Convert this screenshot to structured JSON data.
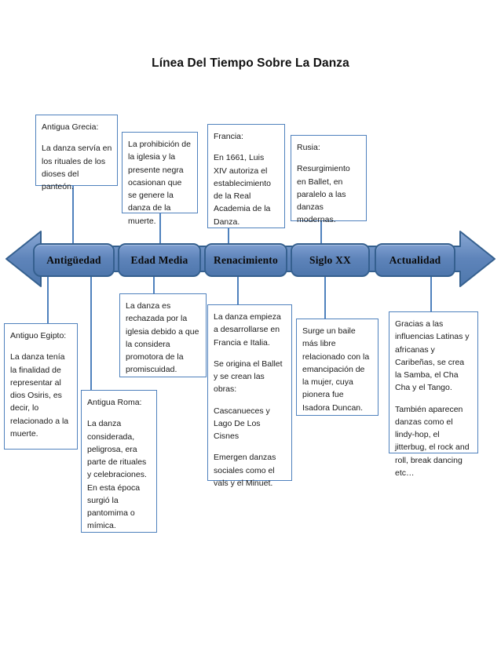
{
  "title": "Línea Del Tiempo Sobre La Danza",
  "colors": {
    "box_border": "#4f81bd",
    "connector": "#4f81bd",
    "timeline_fill_top": "#8aa8d4",
    "timeline_fill_bottom": "#4e77ac",
    "timeline_stroke": "#35608f",
    "text": "#1a1a1a"
  },
  "timeline": {
    "eras": [
      {
        "label": "Antigüedad"
      },
      {
        "label": "Edad Media"
      },
      {
        "label": "Renacimiento"
      },
      {
        "label": "Siglo XX"
      },
      {
        "label": "Actualidad"
      }
    ]
  },
  "boxes": {
    "grecia": {
      "paragraphs": [
        "Antigua Grecia:",
        "La danza servía en los rituales de los dioses del panteón."
      ]
    },
    "prohibicion": {
      "paragraphs": [
        "La prohibición de la iglesia y la presente negra ocasionan que se genere la danza de la muerte."
      ]
    },
    "francia": {
      "paragraphs": [
        "Francia:",
        "En 1661, Luis XIV autoriza el establecimiento de la Real Academia de la Danza."
      ]
    },
    "rusia": {
      "paragraphs": [
        "Rusia:",
        "Resurgimiento en Ballet, en paralelo a las danzas modernas."
      ]
    },
    "egipto": {
      "paragraphs": [
        "Antiguo Egipto:",
        "La danza tenía la finalidad de representar al dios Osiris, es decir, lo relacionado a la muerte."
      ]
    },
    "roma": {
      "paragraphs": [
        "Antigua Roma:",
        "La danza considerada, peligrosa, era parte de rituales y celebraciones. En esta época surgió la pantomima o mímica."
      ]
    },
    "rechazada": {
      "paragraphs": [
        "La danza es rechazada por la iglesia debido a que la considera promotora de la promiscuidad."
      ]
    },
    "empieza": {
      "paragraphs": [
        "La danza empieza a desarrollarse en Francia e Italia.",
        "Se origina el Ballet y se crean las obras:",
        "Cascanueces y Lago De Los Cisnes",
        "Emergen danzas sociales como el vals y el Minuet."
      ]
    },
    "surge": {
      "paragraphs": [
        "Surge un baile más libre relacionado con la emancipación de la mujer, cuya pionera fue Isadora Duncan."
      ]
    },
    "gracias": {
      "paragraphs": [
        "Gracias a las influencias Latinas y africanas y Caribeñas, se crea la Samba, el Cha Cha y el Tango.",
        "También aparecen danzas como el lindy-hop, el jitterbug, el rock and roll, break dancing etc…"
      ]
    }
  }
}
